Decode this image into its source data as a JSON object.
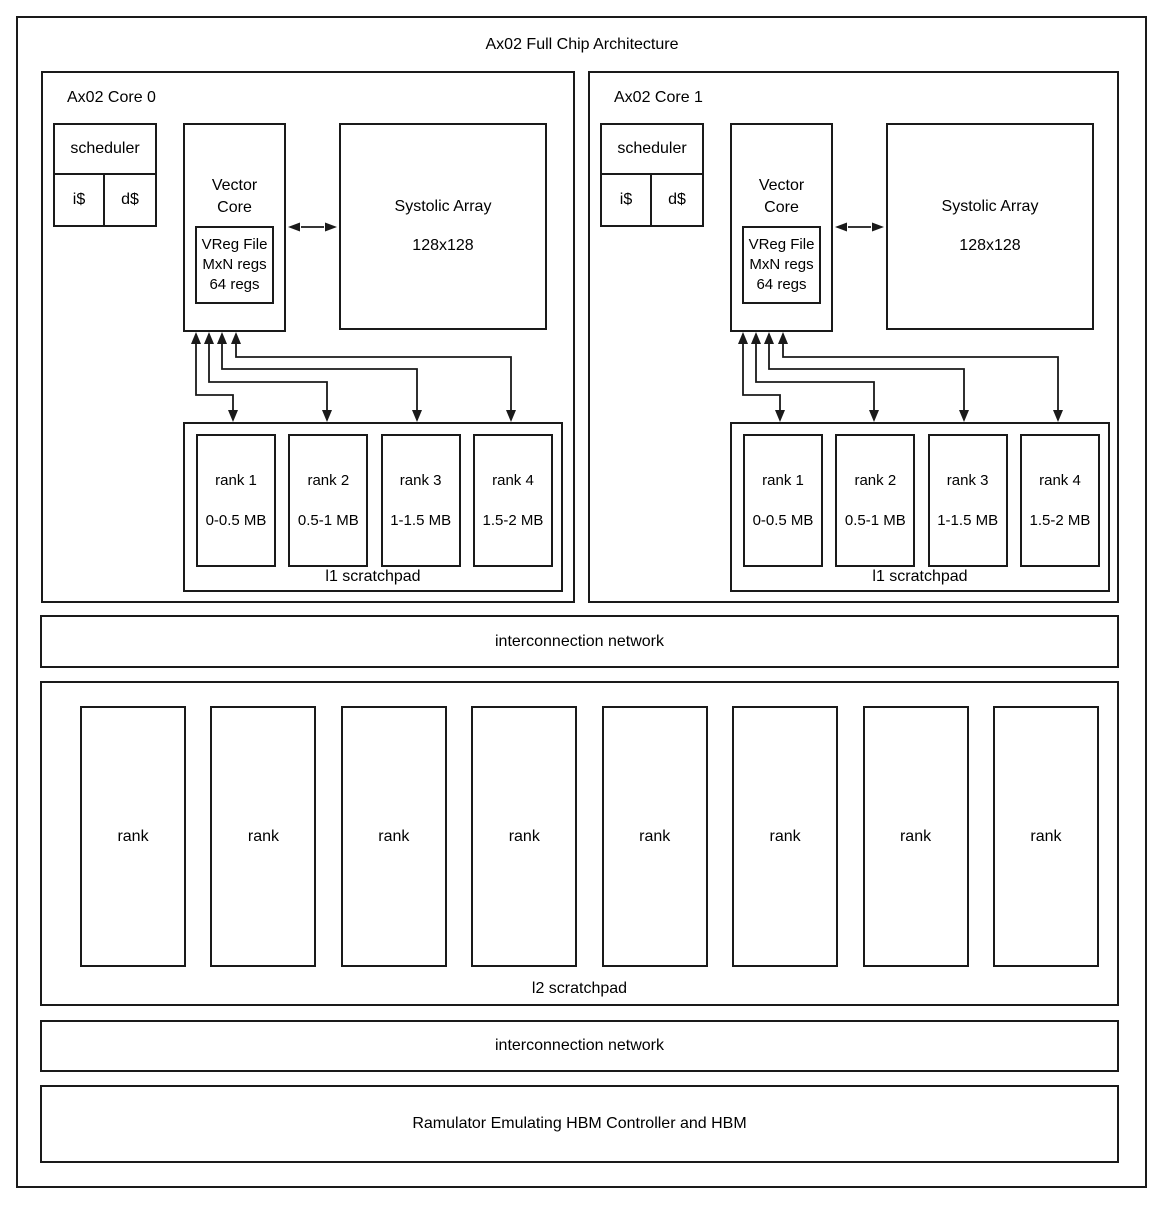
{
  "title": "Ax02 Full Chip Architecture",
  "colors": {
    "line": "#1a1a1a",
    "background": "#ffffff"
  },
  "cores": [
    {
      "label": "Ax02 Core 0",
      "scheduler": {
        "label": "scheduler",
        "icache": "i$",
        "dcache": "d$"
      },
      "vector_core": {
        "label": "Vector\nCore",
        "vreg_file": "VReg File\nMxN regs\n64 regs"
      },
      "systolic_array": {
        "label": "Systolic Array",
        "dimensions": "128x128"
      },
      "l1_scratchpad": {
        "label": "l1 scratchpad",
        "ranks": [
          {
            "name": "rank 1",
            "range": "0-0.5 MB"
          },
          {
            "name": "rank 2",
            "range": "0.5-1 MB"
          },
          {
            "name": "rank 3",
            "range": "1-1.5 MB"
          },
          {
            "name": "rank 4",
            "range": "1.5-2 MB"
          }
        ]
      }
    },
    {
      "label": "Ax02 Core 1",
      "scheduler": {
        "label": "scheduler",
        "icache": "i$",
        "dcache": "d$"
      },
      "vector_core": {
        "label": "Vector\nCore",
        "vreg_file": "VReg File\nMxN regs\n64 regs"
      },
      "systolic_array": {
        "label": "Systolic Array",
        "dimensions": "128x128"
      },
      "l1_scratchpad": {
        "label": "l1 scratchpad",
        "ranks": [
          {
            "name": "rank 1",
            "range": "0-0.5 MB"
          },
          {
            "name": "rank 2",
            "range": "0.5-1 MB"
          },
          {
            "name": "rank 3",
            "range": "1-1.5 MB"
          },
          {
            "name": "rank 4",
            "range": "1.5-2 MB"
          }
        ]
      }
    }
  ],
  "interconnect_top": {
    "label": "interconnection network"
  },
  "l2_scratchpad": {
    "label": "l2 scratchpad",
    "ranks": [
      "rank",
      "rank",
      "rank",
      "rank",
      "rank",
      "rank",
      "rank",
      "rank"
    ]
  },
  "interconnect_bottom": {
    "label": "interconnection network"
  },
  "hbm_block": {
    "label": "Ramulator Emulating HBM Controller and HBM"
  }
}
